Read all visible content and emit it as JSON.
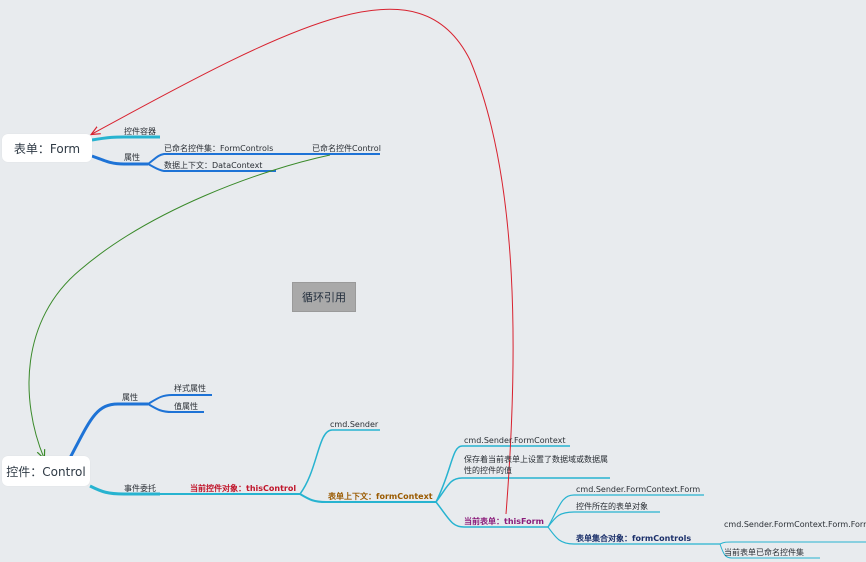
{
  "form_root": {
    "label": "表单：Form"
  },
  "form_children": {
    "container": "控件容器",
    "property": "属性",
    "named_controls": "已命名控件集：FormControls",
    "named_control": "已命名控件Control",
    "data_context": "数据上下文：DataContext"
  },
  "center_note": "循环引用",
  "control_root": {
    "label": "控件：Control"
  },
  "control_children": {
    "property": "属性",
    "style_property": "样式属性",
    "value_property": "值属性",
    "event_delegate": "事件委托",
    "this_control": "当前控件对象：thisControl",
    "cmd_sender": "cmd.Sender",
    "form_context": "表单上下文：formContext",
    "sender_form_context": "cmd.Sender.FormContext",
    "form_context_desc": "保存着当前表单上设置了数据域或数据属性的控件的值",
    "this_form": "当前表单：thisForm",
    "sender_form": "cmd.Sender.FormContext.Form",
    "form_of_control": "控件所在的表单对象",
    "form_controls": "表单集合对象：formControls",
    "sender_form_controls": "cmd.Sender.FormContext.Form.FormControls",
    "named_controls_current": "当前表单已命名控件集"
  },
  "colors": {
    "background": "#e8ebee",
    "branch_blue": "#1e73d6",
    "branch_cyan": "#27b3d0",
    "arrow_red": "#d8222f",
    "arrow_green": "#3a8a2a",
    "note_bg": "#a9a9a9"
  }
}
